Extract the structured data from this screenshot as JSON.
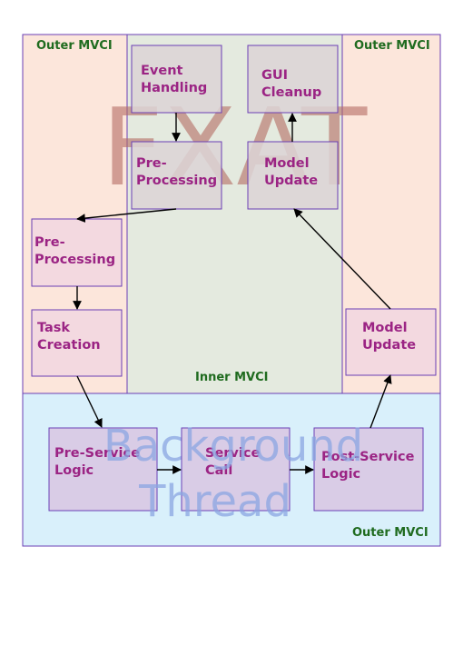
{
  "watermarks": {
    "fxat": "FXAT",
    "background_line1": "Background",
    "background_line2": "Thread"
  },
  "regions": {
    "outer_top_left": "Outer MVCI",
    "outer_top_right": "Outer MVCI",
    "inner": "Inner MVCI",
    "outer_bottom": "Outer MVCI"
  },
  "boxes": {
    "event_handling": [
      "Event",
      "Handling"
    ],
    "gui_cleanup": [
      "GUI",
      "Cleanup"
    ],
    "inner_preprocessing": [
      "Pre-",
      "Processing"
    ],
    "inner_model_update": [
      "Model",
      "Update"
    ],
    "outer_preprocessing": [
      "Pre-",
      "Processing"
    ],
    "task_creation": [
      "Task",
      "Creation"
    ],
    "outer_model_update": [
      "Model",
      "Update"
    ],
    "pre_service_logic": [
      "Pre-Service",
      "Logic"
    ],
    "service_call": [
      "Service",
      "Call"
    ],
    "post_service_logic": [
      "Post-Service",
      "Logic"
    ]
  },
  "colors": {
    "outer_fill": "#fce6db",
    "inner_fill": "#e4eadf",
    "background_fill": "#d9f0fb",
    "box_stroke": "#6a3fb5",
    "pink_box_fill": "#f3d9e0",
    "gray_box_fill": "#dcd3d6",
    "purple_box_fill": "#d9cce6",
    "label_green": "#1f6b1f",
    "label_magenta": "#9b2484",
    "fxat_watermark": "#b46a62",
    "thread_watermark": "#8aa6e2"
  }
}
